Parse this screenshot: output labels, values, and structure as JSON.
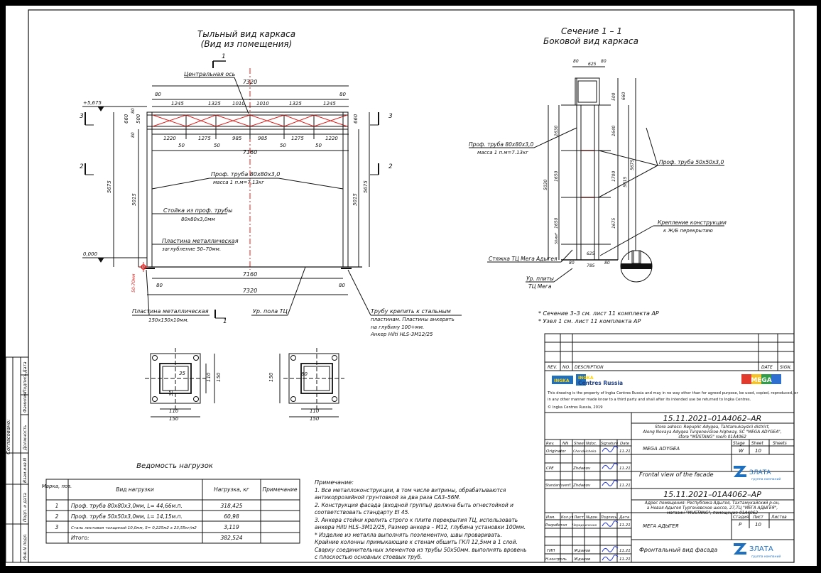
{
  "views": {
    "rear_title_1": "Тыльный вид каркаса",
    "rear_title_2": "(Вид из помещения)",
    "section_title_1": "Сечение 1 – 1",
    "section_title_2": "Боковой вид каркаса",
    "section_mark": "1",
    "side_mark_3": "3",
    "side_mark_2": "2"
  },
  "rear": {
    "dims_top": {
      "overall": "7320",
      "a": "1245",
      "b": "1325",
      "c": "1010",
      "d": "1010",
      "e": "1325",
      "f": "1245",
      "post_l": "80",
      "post_r": "80"
    },
    "dims_bottom_truss": {
      "a": "1220",
      "b": "1275",
      "c": "985",
      "d": "985",
      "e": "1275",
      "f": "1220",
      "g": "50",
      "h": "50",
      "i": "50",
      "j": "50"
    },
    "inner_width": "7160",
    "inner_width_bottom": "7160",
    "overall_bottom": "7320",
    "base_l": "80",
    "base_r": "80",
    "height_total": "5675",
    "height_post": "5015",
    "height_post_r": "5015",
    "height_total_r": "5675",
    "truss_h": "660",
    "truss_h_r": "660",
    "truss_a": "500",
    "truss_b": "80",
    "truss_c": "80",
    "level_top": "+5,675",
    "level_zero": "0,000",
    "embed": "50-70мм",
    "central_axis": "Центральная ось",
    "pipe_label_1": "Проф. труба 80х80х3,0",
    "pipe_label_2": "масса 1 п.м=7,13кг",
    "post_label_1": "Стойка из проф. трубы",
    "post_label_2": "80х80х3,0мм",
    "plate_label_1": "Пластина металлическая",
    "plate_label_2": "заглубление 50–70мм.",
    "plate2_label_1": "Пластина металлическая",
    "plate2_label_2": "150х150х10мм.",
    "floor_label": "Ур. пола ТЦ",
    "anchor_1": "Трубу крепить к стальным",
    "anchor_2": "пластинам. Пластины анкерить",
    "anchor_3": "на глубину 100+мм.",
    "anchor_4": "Анкер Hilti HLS-3M12/25"
  },
  "section": {
    "d80": "80",
    "d625": "625",
    "d660": "660",
    "d500": "500",
    "d80b": "80",
    "d1630": "1630",
    "d1640": "1640",
    "d1650": "1650",
    "d1700": "1700",
    "d1650b": "1650",
    "d1675": "1675",
    "d5030": "5030",
    "d5015": "5015",
    "d5675": "5675",
    "d50": "50мм*",
    "d80c": "80",
    "d625b": "625",
    "d785": "785",
    "d80d": "80",
    "pipe80_1": "Проф. труба 80х80х3,0",
    "pipe80_2": "масса 1 п.м=7.13кг",
    "pipe50": "Проф. труба 50х50х3,0",
    "fix_1": "Крепление конструкции",
    "fix_2": "к Ж/Б перекрытию",
    "screed": "Стяжка ТЦ Мега Адыгея",
    "slab_1": "Ур. плиты",
    "slab_2": "ТЦ Мега"
  },
  "plates": {
    "p1": {
      "w_in": "110",
      "w_out": "150",
      "h_in": "110",
      "h_out": "150",
      "s1": "35",
      "s2": "35"
    },
    "p2": {
      "w_in": "110",
      "w_out": "150",
      "h_out": "150",
      "s1": "60"
    }
  },
  "refs": {
    "r1": "* Сечение 3–3 см. лист 11 комплекта АР",
    "r2": "* Узел 1 см. лист 11 комплекта АР"
  },
  "loads": {
    "title": "Ведомость нагрузок",
    "headers": [
      "Марка, поз.",
      "Вид нагрузки",
      "Нагрузка, кг",
      "Примечание"
    ],
    "rows": [
      {
        "pos": "1",
        "desc": "Проф. труба 80х80х3,0мм, L= 44,66м.п.",
        "load": "318,425",
        "note": ""
      },
      {
        "pos": "2",
        "desc": "Проф. труба 50х50х3,0мм, L= 14,15м.п.",
        "load": "60,98",
        "note": ""
      },
      {
        "pos": "3",
        "desc": "Сталь листовая толщиной 10,0мм, S= 0,225м2 х 23,55кг/м2",
        "load": "3,119",
        "note": ""
      },
      {
        "pos": "",
        "desc": "Итого:",
        "load": "382,524",
        "note": ""
      }
    ]
  },
  "notes": {
    "title": "Примечание:",
    "lines": [
      "1. Все металлоконструкции, в том числе витрины, обрабатываются",
      "    антикоррозийной грунтовкой за два раза СА3–56М.",
      "2. Конструкция фасада (входной группы) должна быть огнестойкой и",
      "    соответствовать стандарту EI 45.",
      "3. Анкера стойки крепить строго к плите перекрытия ТЦ, использовать",
      "    анкера Hilti HLS–3M12/25, Размер анкера – M12, глубина установки 100мм.",
      "* Изделие из металла выполнять поэлементно, швы проваривать.",
      "   Крайние колонны примыкающие к стенам обшить ГКЛ 12,5мм в 1 слой.",
      "   Сварку соединительных элементов из трубы 50х50мм. выполнять вровень",
      "   с плоскостью основных стоевых труб."
    ]
  },
  "stamp": {
    "rev_headers": [
      "REV.",
      "NO.",
      "DESCRIPTION",
      "DATE",
      "SIGN."
    ],
    "logo_ikea": "INGKA",
    "logo_ingka_1": "INGKA",
    "logo_ingka_2": "Centres Russia",
    "logo_mega": "MEGA",
    "disclaimer_1": "This drawing is the property of Ingka Centres Russia and may in no way other than for agreed  purpose, be used, copied, reproduced,  or",
    "disclaimer_2": "in any other manner made know to a third party and shall after its intended use be returned to Ingka Centres.",
    "disclaimer_3": "©  Ingka Centres Russia, 2019",
    "code_en": "15.11.2021–01А4062–AR",
    "address_en_1": "Store adress: Repuplic Adygea, Tahtamukayskii district,",
    "address_en_2": "Along Novaya Adygea Turgenevskoe highway, SC \"MEGA ADYGEA\",",
    "address_en_3": "store \"MUSTANG\" room 01A4062",
    "en_headers": [
      "Rev.",
      "NN",
      "Sheet",
      "Ndoc.",
      "Signature",
      "Date"
    ],
    "originator_role": "Originator",
    "originator_name": "Chendelcheka",
    "originator_date": "11.21",
    "cpe_role": "CPE",
    "cpe_name": "Zhdanov",
    "cpe_date": "11.21",
    "stand_role": "Standardsverif.",
    "stand_name": "Zhdanov",
    "stand_date": "11.21",
    "project_en": "MEGA ADYGEA",
    "stage_h": "Stage",
    "sheet_h": "Sheet",
    "sheets_h": "Sheets",
    "stage_en": "W",
    "sheet_en": "10",
    "title_en": "Frontal view of the facade",
    "zlata": "ЗЛАТА",
    "zlata_sub": "группа компаний",
    "code_ru": "15.11.2021–01А4062–АР",
    "address_ru_1": "Адрес помещения: Республика Адыгея, Тахтамукайский р-он,",
    "address_ru_2": "а Новая Адыгея Тургеневское шоссе, 27,ТЦ \"МЕГА АДЫГЕЯ\",",
    "address_ru_3": "магазин \"MUSTANG\", помещение 01А4062",
    "ru_headers": [
      "Изм.",
      "Кол.уч",
      "Лист",
      "№док.",
      "Подпись",
      "Дата"
    ],
    "dev_role": "Разработал",
    "dev_name": "Чередниченко",
    "dev_date": "11.21",
    "gip_role": "ГИП",
    "gip_name": "Жданов",
    "gip_date": "11.21",
    "nk_role": "Н.контроль",
    "nk_name": "Жданов",
    "nk_date": "11.21",
    "project_ru": "МЕГА АДЫГЕЯ",
    "stadia_h": "Стадия",
    "list_h": "Лист",
    "listov_h": "Листов",
    "stage_ru": "Р",
    "sheet_ru": "10",
    "title_ru": "Фронтальный вид фасада",
    "zlata2": "ЗЛАТА",
    "zlata2_sub": "группа компаний"
  },
  "side_stamp": {
    "agreed": "Согласовано:",
    "cols": [
      "Должность",
      "Фамилия",
      "Подпись",
      "Дата"
    ],
    "inv1": "Взам.инв.N",
    "inv2": "Подп. и дата",
    "inv3": "Инв.N подл."
  },
  "colors": {
    "accent_red": "#e0201c",
    "logo_blue": "#1f6fbf",
    "line": "#111111"
  }
}
